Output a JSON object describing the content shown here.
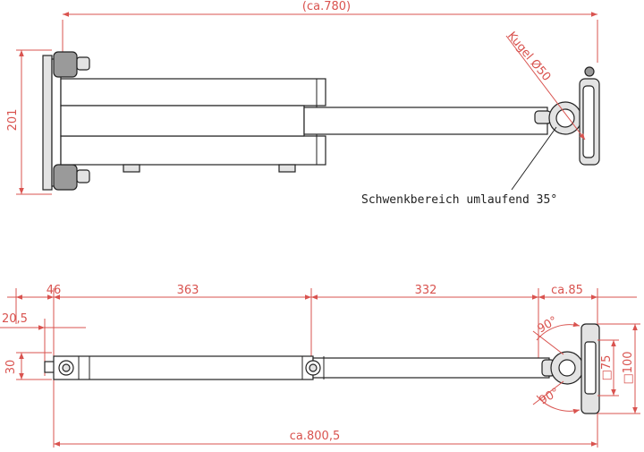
{
  "top_view": {
    "overall_length": "(ca.780)",
    "height": "201",
    "ball": "Kugel Ø50",
    "swivel_note": "Schwenkbereich umlaufend 35°"
  },
  "side_view": {
    "seg_46": "46",
    "seg_363": "363",
    "seg_332": "332",
    "seg_85": "ca.85",
    "d_20_5": "20,5",
    "d_30": "30",
    "angle_top": "90°",
    "angle_bottom": "90°",
    "plate_75": "□75",
    "plate_100": "□100",
    "overall_length": "ca.800,5"
  },
  "colors": {
    "dimension": "#d9534f",
    "outline": "#222222"
  }
}
